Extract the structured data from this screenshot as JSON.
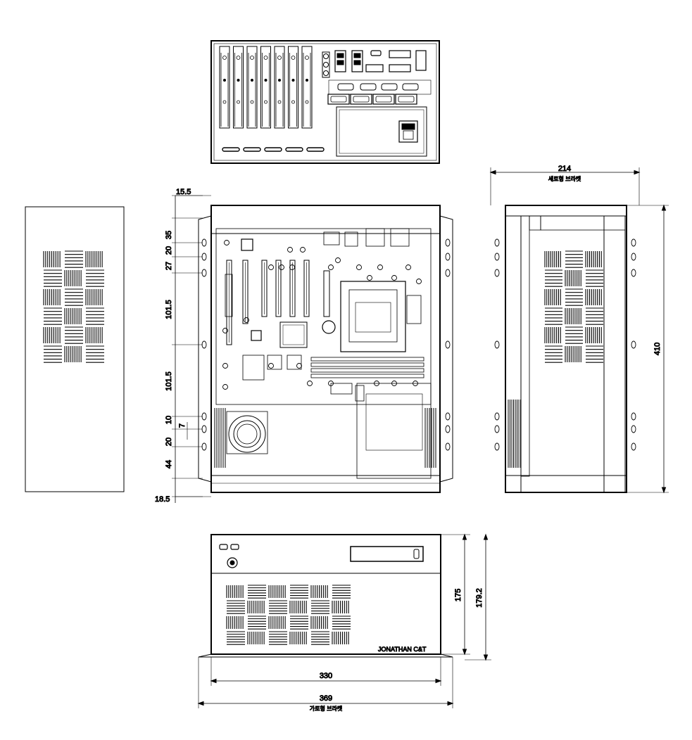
{
  "dimensions": {
    "rear_width": "214",
    "rear_width_sub": "세로형 브라켓",
    "height": "410",
    "top_offset": "15.5",
    "bottom_offset": "18.5",
    "front_height_inner": "175",
    "front_height_outer": "179.2",
    "front_width_inner": "330",
    "front_width_outer": "369",
    "front_width_sub": "가로형 브라켓",
    "hole_spacing": [
      "35",
      "20",
      "27",
      "101.5",
      "101.5",
      "10",
      "7",
      "20",
      "44"
    ]
  },
  "brand": "JONATHAN C&T"
}
